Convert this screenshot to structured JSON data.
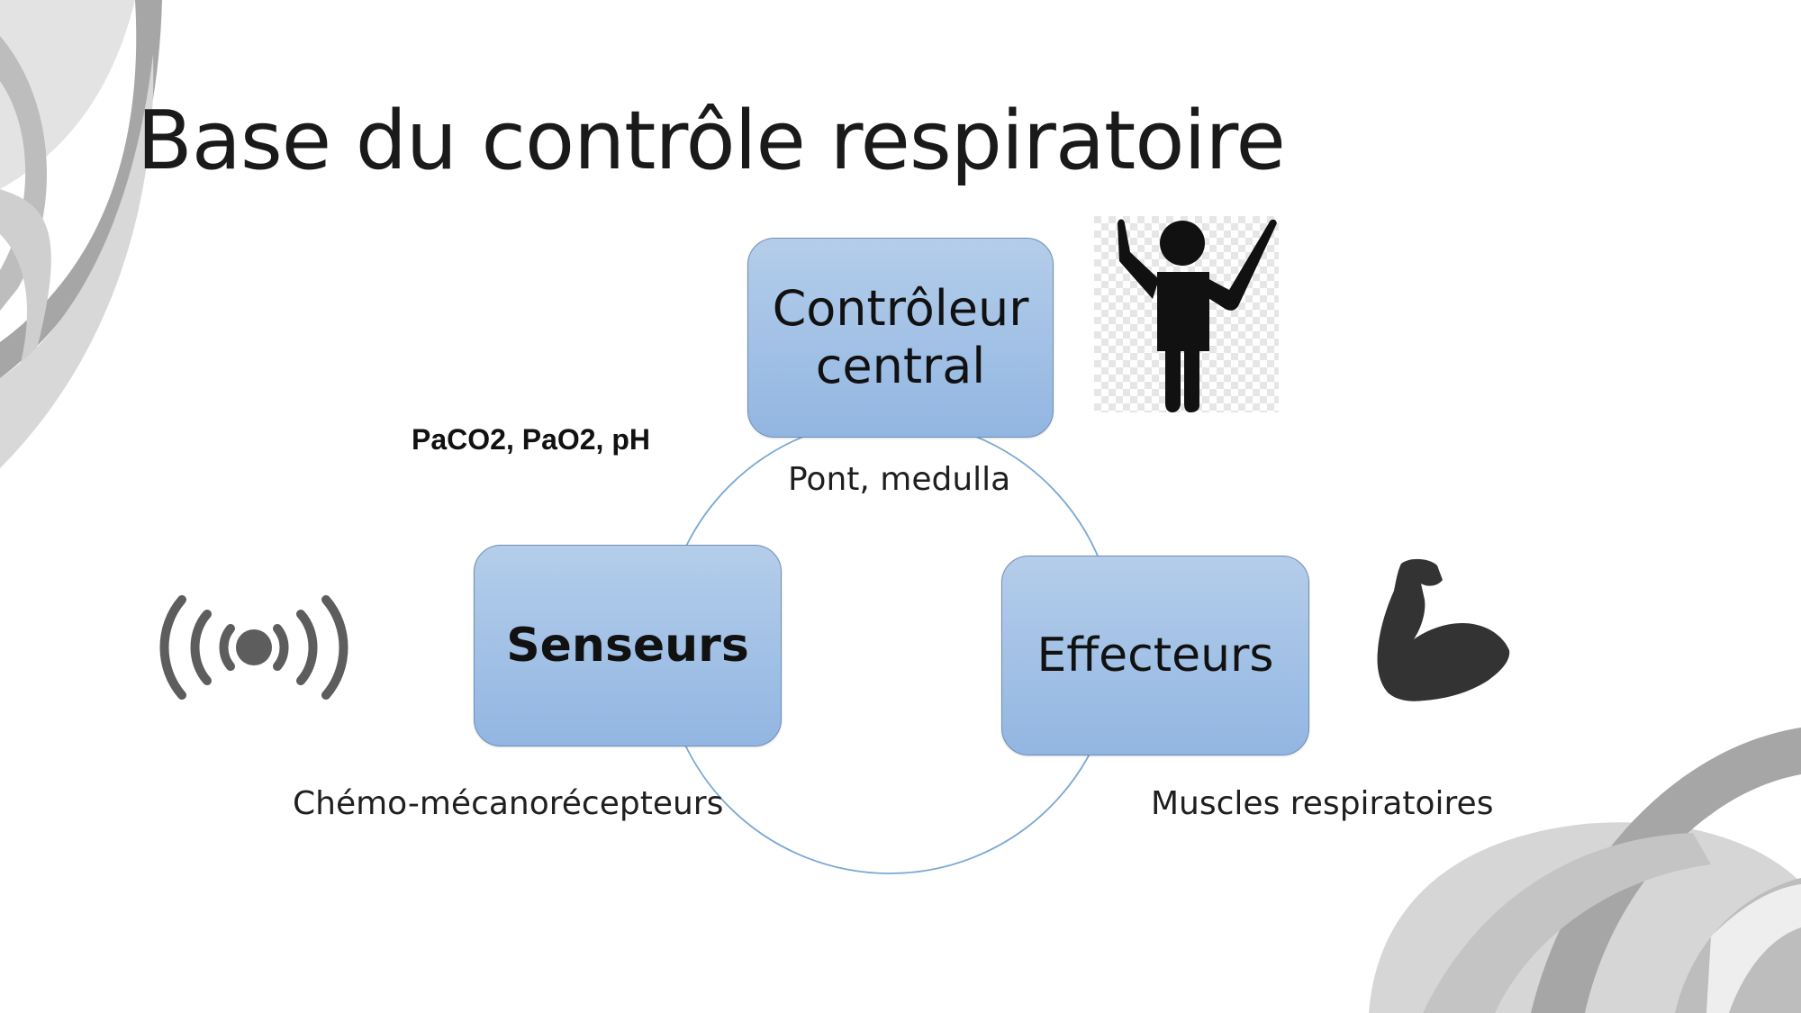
{
  "slide": {
    "title": "Base du contrôle respiratoire"
  },
  "diagram": {
    "nodes": {
      "controller": {
        "line1": "Contrôleur",
        "line2": "central"
      },
      "sensors": {
        "label": "Senseurs"
      },
      "effectors": {
        "label": "Effecteurs"
      }
    },
    "annotations": {
      "controller_location": "Pont, medulla",
      "sensor_type": "Chémo-mécanorécepteurs",
      "effector_type": "Muscles respiratoires",
      "parameters": "PaCO2, PaO2, pH"
    }
  },
  "icons": {
    "controller": "conductor-person-icon",
    "sensors": "wireless-signal-icon",
    "effectors": "flexed-arm-muscle-icon"
  },
  "colors": {
    "box_top": "#b4cdea",
    "box_bottom": "#92b6e2",
    "cycle_line": "#7aa9d4",
    "decor_gray": "#a8a8a8"
  }
}
